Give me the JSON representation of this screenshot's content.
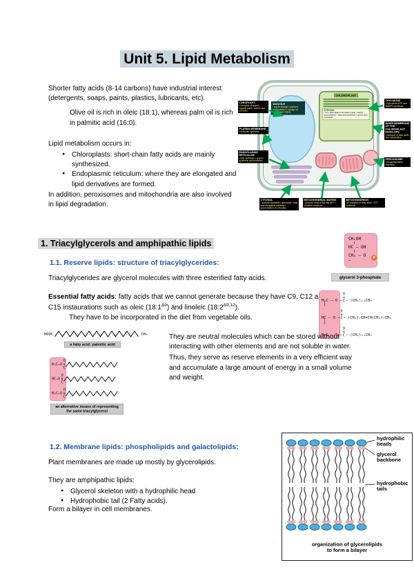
{
  "colors": {
    "highlight_title": "#c7d5dc",
    "highlight_section": "#d6d6d6",
    "heading_blue": "#1f55a8",
    "structure_pink": "#f5abba",
    "label_gray": "#d2d2d2",
    "arrow_green": "#00a651",
    "head_blue": "#4aaede"
  },
  "doc": {
    "title": "Unit 5. Lipid Metabolism"
  },
  "intro": {
    "p1": "Shorter fatty acids (8-14 carbons) have industrial interest (detergents, soaps, paints, plastics, lubricants, etc).",
    "p2": "Olive oil is rich in oleic (18:1), whereas palm oil is rich in palmitic acid (16:0).",
    "p3": "Lipid metabolism occurs in:",
    "bullets": [
      "Chloroplasts: short-chain fatty acids are mainly synthesized.",
      "Endoplasmic reticulum: where they are elongated and lipid derivatives are formed."
    ],
    "p4": "In addition, peroxisomes and mitochondria are also involved in lipid degradation."
  },
  "section1": {
    "heading": "1. Triacylglycerols and amphipathic lipids",
    "sub11": {
      "heading": "1.1. Reserve lipids: structure of triacylglycerides:",
      "p1": "Triacylglycerides are glycerol molecules with three esterified fatty acids.",
      "essential": {
        "bold": "Essential fatty acids",
        "t1": ": fatty acids that we cannot generate because they have C9, C12 and C15 instaurations such as oleic (18:1",
        "sup1": "Δ9",
        "t2": ") and linoleic (18:2",
        "sup2": "Δ9,12",
        "t3": ").",
        "t4": "They have to be incorporated in the diet from vegetable oils."
      },
      "neutral_p1": "They are neutral molecules which can be stored without interacting with other elements and are not soluble in water.",
      "neutral_p2": "Thus, they serve as reserve elements in a very efficient way and accumulate a large amount of energy in a small volume and weight."
    },
    "sub12": {
      "heading": "1.2. Membrane lipids: phospholipids and galactolipids:",
      "p1": "Plant membranes are made up mostly by glycerolipids.",
      "p2": "They are amphipathic lipids:",
      "bullets": [
        "Glycerol skeleton with a hydrophilic head",
        "Hydrophobic tail (2 Fatty acids)."
      ],
      "p3": "Form a bilayer in cell membranes."
    }
  },
  "fig_glycerol": {
    "l1": "CH₂OH",
    "l2": "HC — OH",
    "l3": "CH₂ — O —",
    "p": "P",
    "label": "glycerol 3-phosphate"
  },
  "fig_tag": {
    "g": [
      "H₂C — O —",
      "HC — O —",
      "H₂C — O —"
    ],
    "o": "O",
    "c": "C",
    "chains": [
      "— (CH₂)₁₄CH₃",
      "— (CH₂)₇CH=CH(CH₂)₇CH₃",
      "— (CH₂)₁₄CH₃"
    ]
  },
  "fig_palm": {
    "left": "HOOC",
    "right": "CH₃",
    "label": "a fatty acid: palmitic acid"
  },
  "fig_alt": {
    "g": [
      "H₂C—O",
      "HC—O",
      "H₂C—O"
    ],
    "o": "O",
    "c": "C",
    "label1": "an alternative means of representing",
    "label2": "the same triacylglycerol"
  },
  "bilayer": {
    "label_heads": "hydrophilic heads",
    "label_backbone": "glycerol backbone",
    "label_tails": "hydrophobic tails",
    "caption1": "organization of glycerolipids",
    "caption2": "to form a bilayer"
  },
  "cell": {
    "vacuole": {
      "title": "VACUOLE",
      "body": "• solute storage • pigment accumulation • storage of sugars and malate"
    },
    "chloroplast": {
      "title": "CHLOROPLAST"
    },
    "stroma": {
      "title": "STROMA",
      "body": "• CO₂ assimilation via Calvin cycle • starch accumulation • fatty acid synthesis • amino acid synthesis"
    },
    "boxes": [
      {
        "title": "TONOPLAST",
        "body": "• transport of sugars, organic acids, solutes and products"
      },
      {
        "title": "PLASMA MEMBRANE",
        "body": "• cellulose synthesis"
      },
      {
        "title": "ENDOPLASMIC RETICULUM",
        "body": "• lipid synthesis • protein synthesis and secretion"
      },
      {
        "title": "CYTOSOL",
        "body": "• sucrose synthesis • glycolysis • fatty acid elongation pathway • accumulation of oil bodies"
      },
      {
        "title": "MITOCHONDRIAL MATRIX",
        "body": "• produce most of the cell ATP • oxidative reactions"
      },
      {
        "title": "MITOCHONDRION",
        "body": "• β-oxidation of fatty acids • ATP synthesis"
      },
      {
        "title": "THYLAKOID",
        "body": "• light-driven ATP and NADPH synthesis"
      },
      {
        "title": "INNER MEMBRANE OF THE CHLOROPLAST ENVELOPE",
        "body": "• transport of fatty acids and metabolites"
      },
      {
        "title": "PEROXISOME",
        "body": "• photorespiratory reactions"
      }
    ]
  }
}
